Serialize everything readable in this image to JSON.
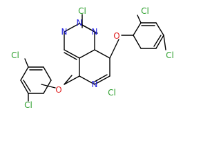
{
  "molecule": {
    "atoms": {
      "cl_upper_pyrimidine": "Cl",
      "n_upper_left": "N",
      "n_upper_right": "N",
      "o_upper": "O",
      "cl_upper_phenyl_ortho": "Cl",
      "cl_upper_phenyl_para": "Cl",
      "n_lower_left": "N",
      "n_lower_right": "N",
      "cl_lower_pyrimidine": "Cl",
      "o_lower": "O",
      "cl_lower_phenyl_para": "Cl",
      "cl_lower_phenyl_ortho": "Cl"
    },
    "colors": {
      "bond": "#000000",
      "N": "#1f1fe0",
      "O": "#e02020",
      "Cl": "#2fa02f"
    }
  }
}
